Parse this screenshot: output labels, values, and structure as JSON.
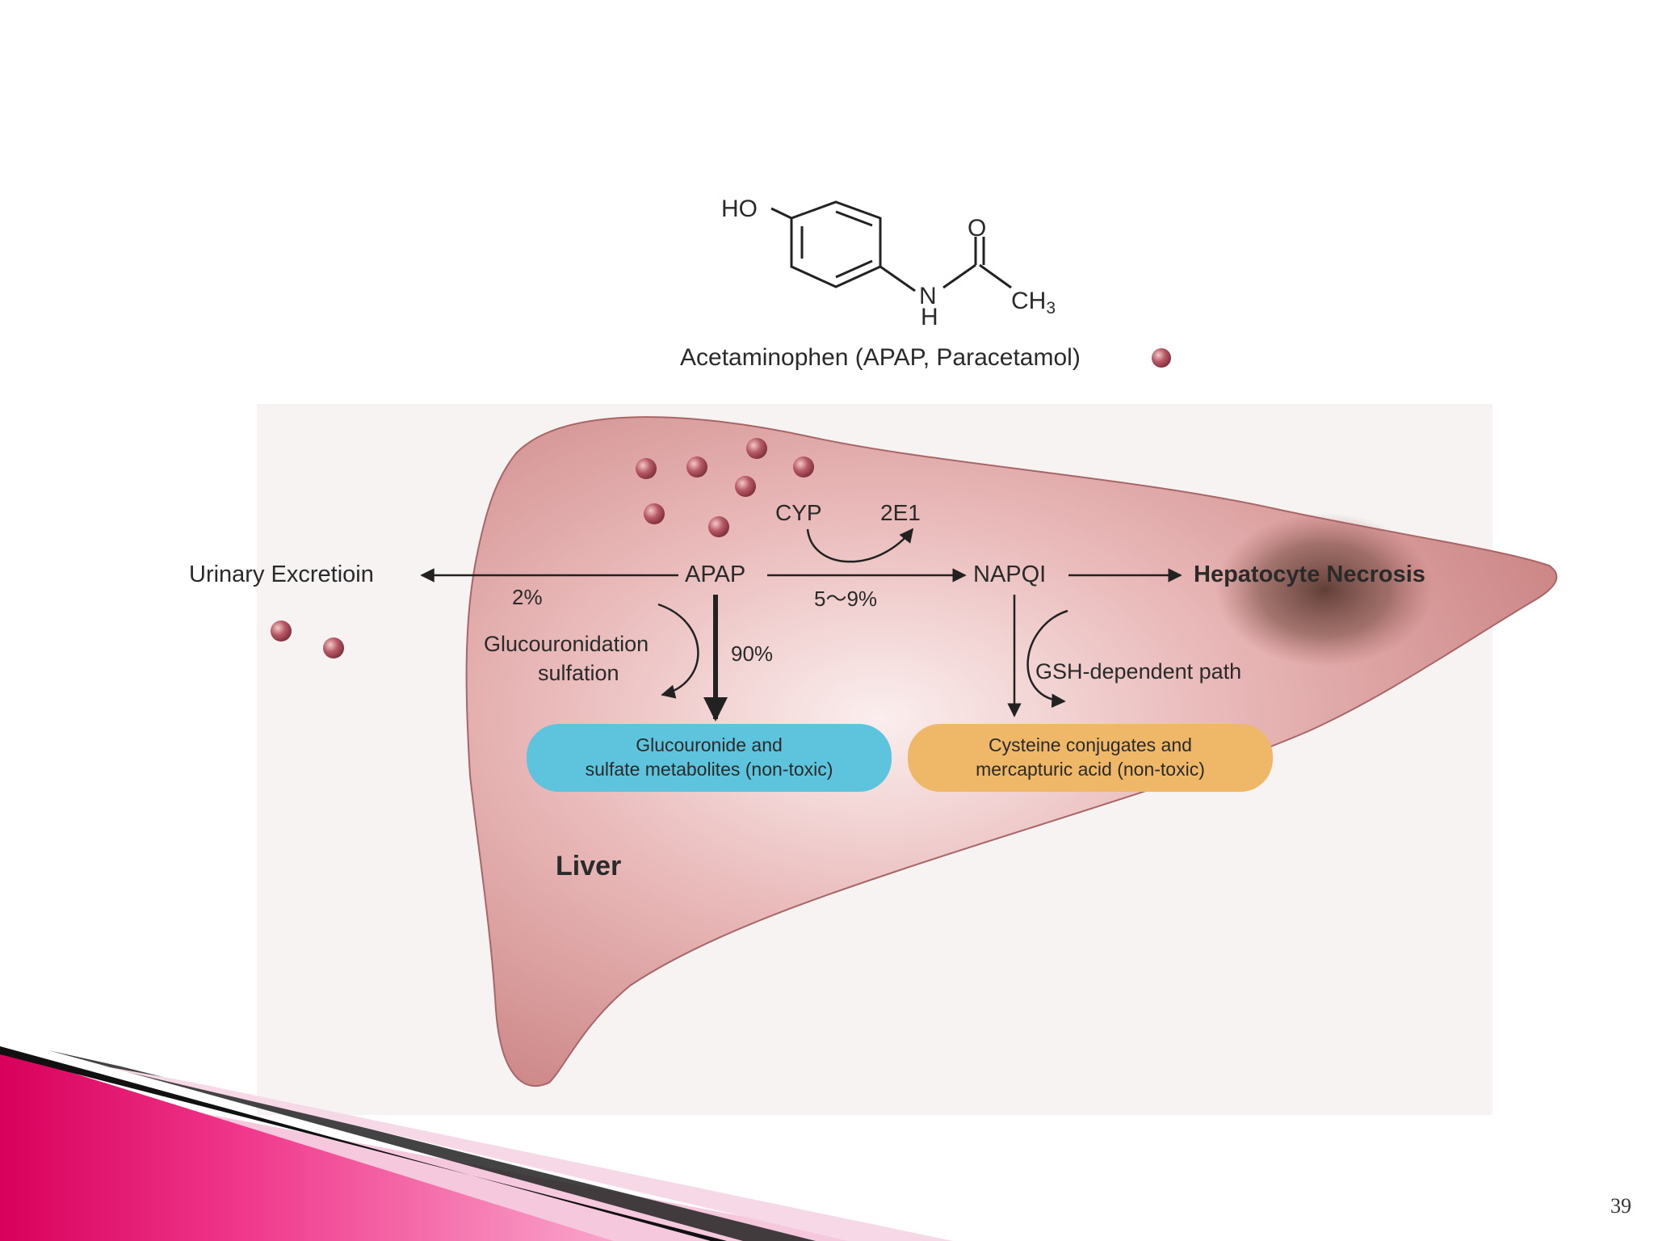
{
  "molecule": {
    "ho": "HO",
    "o": "O",
    "n": "N",
    "h": "H",
    "ch3": "CH",
    "ch3_sub": "3",
    "caption": "Acetaminophen (APAP, Paracetamol)"
  },
  "pathway": {
    "urinary": "Urinary Excretioin",
    "apap": "APAP",
    "napqi": "NAPQI",
    "necrosis": "Hepatocyte Necrosis",
    "pct_urinary": "2%",
    "pct_napqi": "5～9%",
    "pct_gluc": "90%",
    "cyp": "CYP",
    "e1": "2E1",
    "gluc_line1": "Glucouronidation",
    "gluc_line2": "sulfation",
    "gsh": "GSH-dependent path",
    "box_blue_line1": "Glucouronide and",
    "box_blue_line2": "sulfate metabolites (non-toxic)",
    "box_orange_line1": "Cysteine conjugates and",
    "box_orange_line2": "mercapturic acid (non-toxic)",
    "liver": "Liver"
  },
  "colors": {
    "liver": "#d58f8e",
    "blue_box": "#5ec3dc",
    "orange_box": "#efb868",
    "accent_magenta": "#e0116d",
    "dot": "#a94a58"
  },
  "slide_number": "39"
}
